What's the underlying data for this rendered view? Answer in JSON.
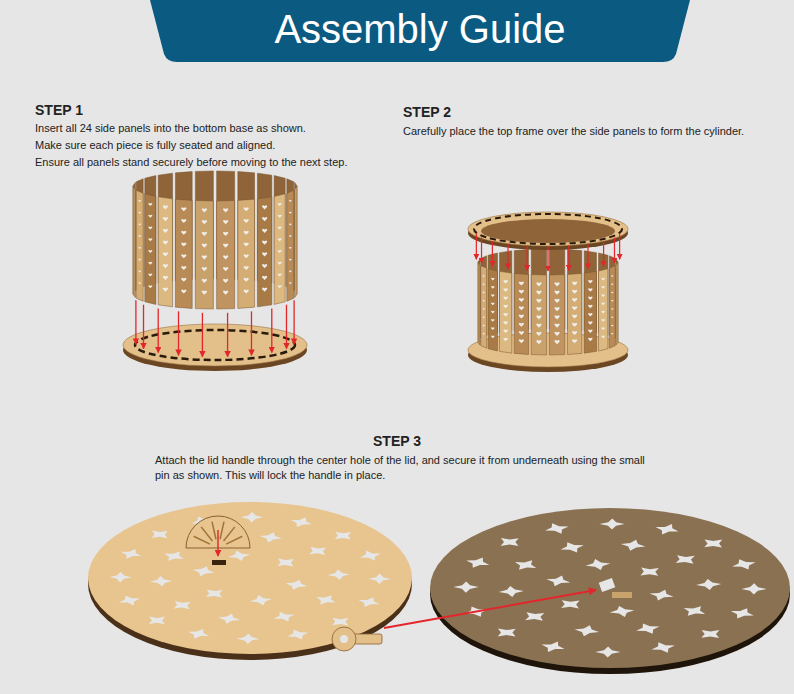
{
  "diagram": {
    "title": "Assembly Guide",
    "labels": [
      "STEP 1",
      "Insert all 24 side panels into the bottom base as shown.",
      "Make sure each piece is fully seated and aligned.",
      "Ensure all panels stand securely before moving to the next step.",
      "STEP 2",
      "Carefully place the top frame over the side panels to form the cylinder.",
      "STEP 3",
      "Attach the lid handle through the center hole of the lid, and secure it from underneath using the small pin as shown. This will lock the handle in place."
    ]
  }
}
